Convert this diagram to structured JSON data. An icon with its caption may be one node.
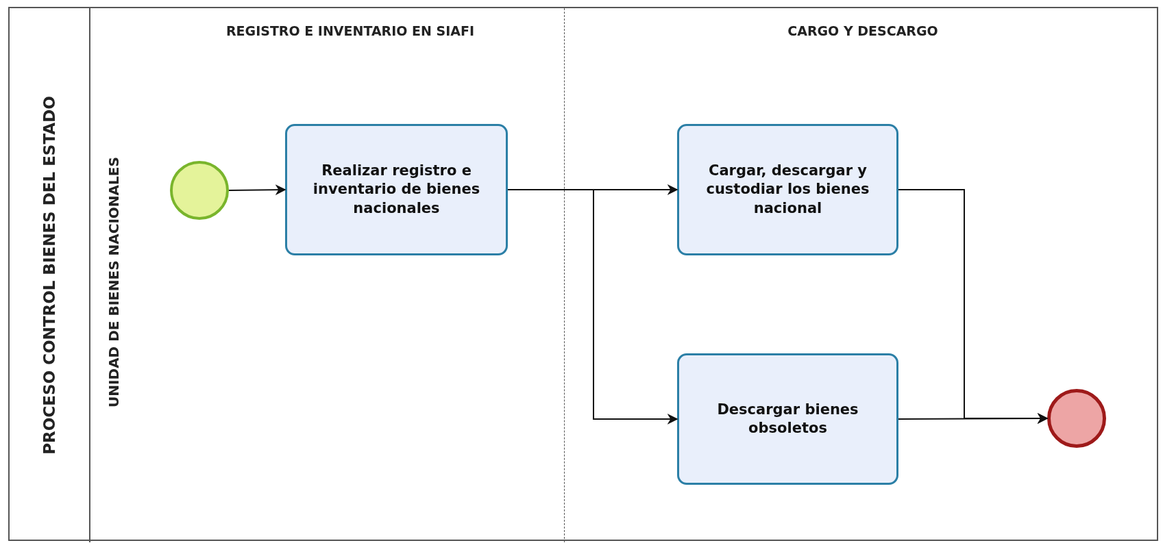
{
  "diagram": {
    "nodes": [
      {
        "text": [
          "PROCESO CONTROL BIENES DEL ESTADO"
        ]
      },
      {
        "text": [
          "UNIDAD DE BIENES NACIONALES"
        ],
        "in": 0
      },
      {
        "text": [
          "REGISTRO E INVENTARIO EN SIAFI"
        ],
        "in": 1
      },
      {
        "text": [
          "CARGO Y DESCARGO"
        ],
        "in": 1
      },
      {
        "text": [],
        "shape": "circle",
        "in": 2
      },
      {
        "text": [
          "Realizar registro e inventario de bienes nacionales"
        ],
        "in": 2
      },
      {
        "text": [
          "Cargar, descargar y custodiar los bienes nacional"
        ],
        "in": 3
      },
      {
        "text": [
          "Descargar bienes obsoletos"
        ],
        "in": 3
      },
      {
        "text": [],
        "shape": "circle",
        "in": 3
      }
    ],
    "edges": [
      {
        "from": 4,
        "to": 5,
        "arrow": "to"
      },
      {
        "from": 5,
        "to": 6,
        "arrow": "to"
      },
      {
        "from": 5,
        "to": 7,
        "arrow": "to"
      },
      {
        "from": 6,
        "to": 8,
        "arrow": "to"
      },
      {
        "from": 7,
        "to": 8,
        "arrow": "to"
      }
    ]
  }
}
